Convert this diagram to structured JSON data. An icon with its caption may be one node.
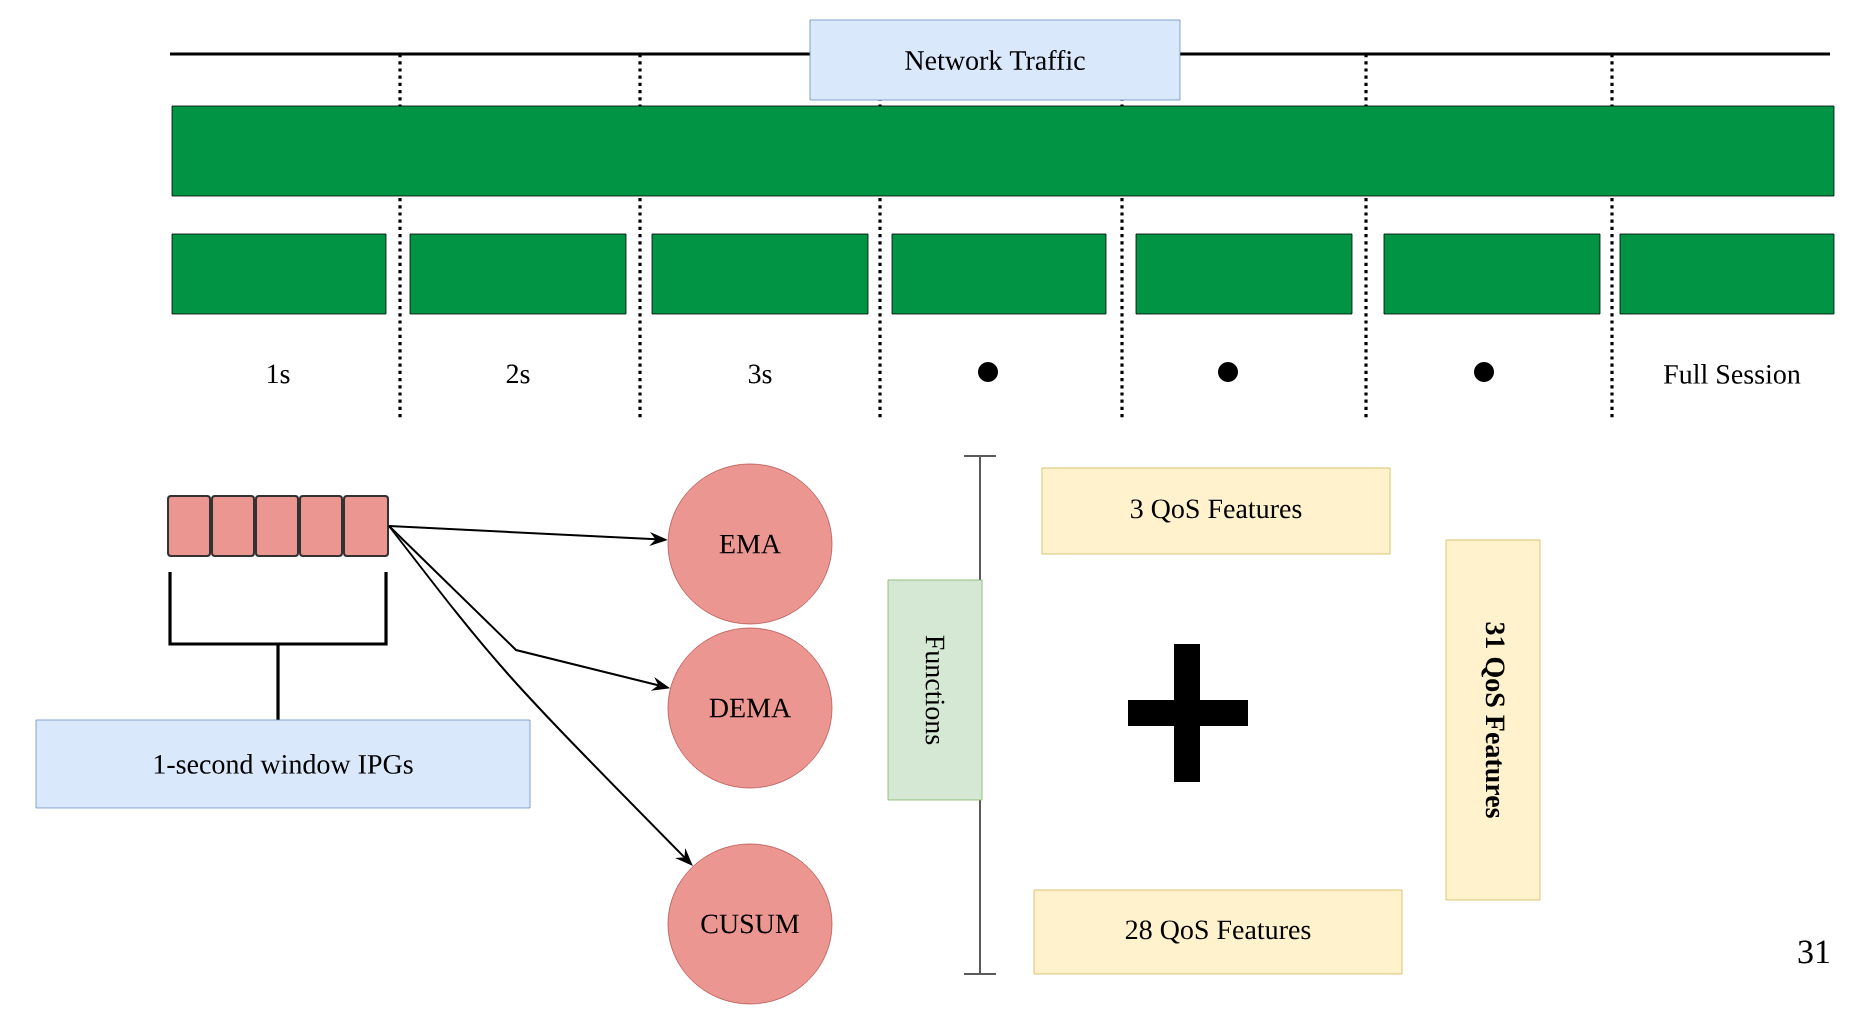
{
  "diagram": {
    "nodes": [
      {
        "text": [
          "Network Traffic"
        ]
      },
      {
        "text": [],
        "shape": "bar"
      },
      {
        "text": [],
        "shape": "bar"
      },
      {
        "text": [],
        "shape": "bar"
      },
      {
        "text": [],
        "shape": "bar"
      },
      {
        "text": [],
        "shape": "bar"
      },
      {
        "text": [],
        "shape": "bar"
      },
      {
        "text": [],
        "shape": "bar"
      },
      {
        "text": [],
        "shape": "bar"
      },
      {
        "text": [],
        "shape": "box"
      },
      {
        "text": [],
        "shape": "box"
      },
      {
        "text": [],
        "shape": "box"
      },
      {
        "text": [],
        "shape": "box"
      },
      {
        "text": [],
        "shape": "box"
      },
      {
        "text": [
          "1-second window IPGs"
        ]
      },
      {
        "text": [
          "EMA"
        ]
      },
      {
        "text": [
          "DEMA"
        ]
      },
      {
        "text": [
          "CUSUM"
        ]
      },
      {
        "text": [
          "Functions"
        ]
      },
      {
        "text": [
          "3 QoS Features"
        ]
      },
      {
        "text": [
          "28 QoS Features"
        ]
      },
      {
        "text": [
          "31 QoS Features"
        ]
      }
    ],
    "edges": [
      {
        "from": 13,
        "to": 15,
        "arrow": "to"
      },
      {
        "from": 13,
        "to": 16,
        "arrow": "to"
      },
      {
        "from": 13,
        "to": 17,
        "arrow": "to"
      }
    ],
    "labels": [
      "1s",
      "2s",
      "3s",
      "Full Session",
      "31"
    ]
  }
}
